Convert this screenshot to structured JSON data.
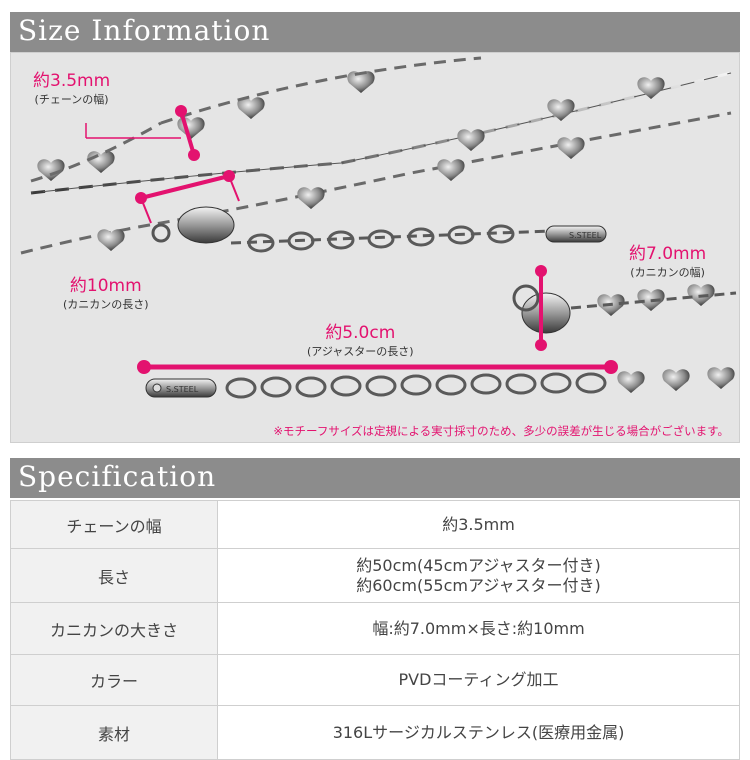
{
  "size_header": "Size Information",
  "spec_header": "Specification",
  "annotations": {
    "chain_width": {
      "value": "約3.5mm",
      "sub": "(チェーンの幅)"
    },
    "clasp_length": {
      "value": "約10mm",
      "sub": "(カニカンの長さ)"
    },
    "clasp_width": {
      "value": "約7.0mm",
      "sub": "(カニカンの幅)"
    },
    "adjuster_length": {
      "value": "約5.0cm",
      "sub": "(アジャスターの長さ)"
    }
  },
  "tag_text": "S.STEEL",
  "note": "※モチーフサイズは定規による実寸採寸のため、多少の誤差が生じる場合がございます。",
  "spec_rows": [
    {
      "label": "チェーンの幅",
      "value": "約3.5mm"
    },
    {
      "label": "長さ",
      "value": "約50cm(45cmアジャスター付き)",
      "value2": "約60cm(55cmアジャスター付き)"
    },
    {
      "label": "カニカンの大きさ",
      "value": "幅:約7.0mm×長さ:約10mm"
    },
    {
      "label": "カラー",
      "value": "PVDコーティング加工"
    },
    {
      "label": "素材",
      "value": "316Lサージカルステンレス(医療用金属)"
    }
  ],
  "colors": {
    "accent": "#e3126f",
    "header_bg": "#8c8c8c",
    "photo_bg": "#e5e5e5"
  }
}
